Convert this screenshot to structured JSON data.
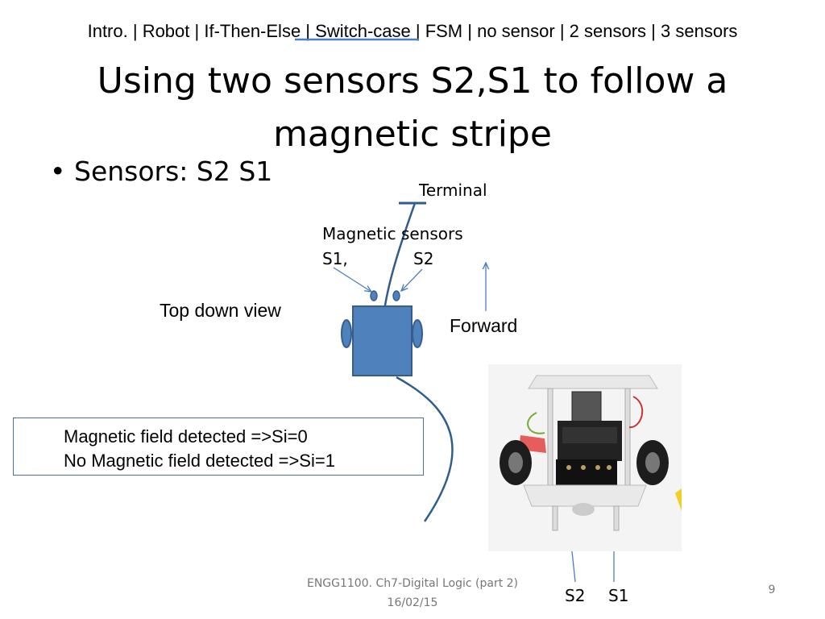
{
  "nav": {
    "items": [
      {
        "label": "Intro."
      },
      {
        "label": "Robot"
      },
      {
        "label": "If-Then-Else"
      },
      {
        "label": "Switch-case",
        "active": true
      },
      {
        "label": "FSM"
      },
      {
        "label": "no sensor"
      },
      {
        "label": "2 sensors"
      },
      {
        "label": "3 sensors"
      }
    ],
    "separator": " | "
  },
  "slide": {
    "title_line1": "Using two sensors S2,S1 to follow a",
    "title_line2": "magnetic stripe",
    "bullet_marker": "•",
    "bullet": "Sensors: S2 S1"
  },
  "diagram": {
    "terminal": "Terminal",
    "magnetic_sensors": "Magnetic sensors",
    "s1_label": "S1,",
    "s2_label": "S2",
    "view_label": "Top down view",
    "forward_label": "Forward",
    "photo_s2": "S2",
    "photo_s1": "S1",
    "colors": {
      "robot_fill": "#4f81bd",
      "robot_stroke": "#385d8a",
      "stripe": "#2f5d8c",
      "arrow": "#4a7fc1"
    }
  },
  "legend": {
    "line1": "Magnetic field detected =>Si=0",
    "line2": "No Magnetic field detected =>Si=1"
  },
  "footer": {
    "course": "ENGG1100. Ch7-Digital Logic (part 2)",
    "date": "16/02/15",
    "page": "9"
  }
}
